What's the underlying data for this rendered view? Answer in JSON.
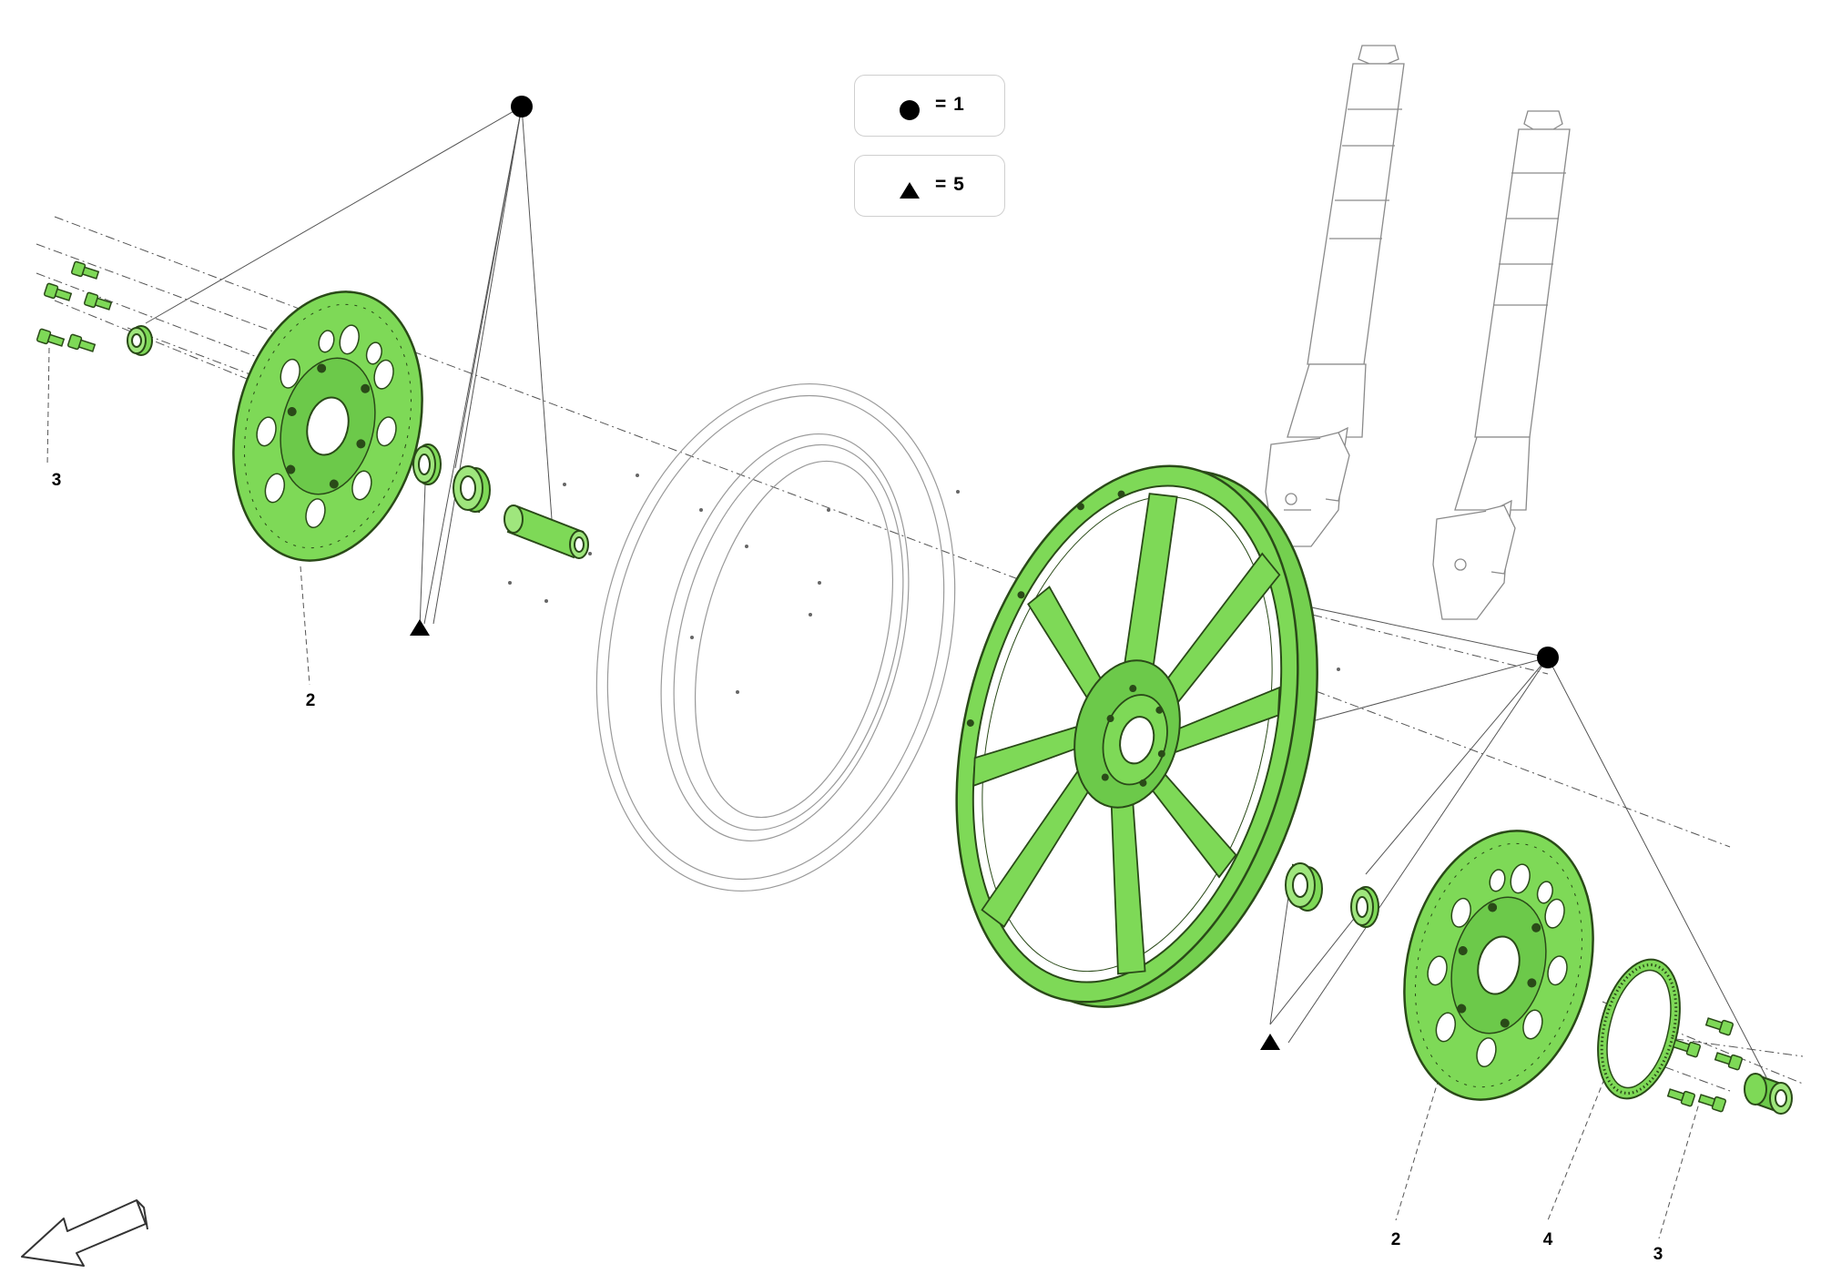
{
  "colors": {
    "part_fill": "#7ed957",
    "part_stroke": "#2a4a18",
    "ghost_stroke": "#9a9a9a",
    "leader": "#444444"
  },
  "legend": [
    {
      "symbol": "circle-icon",
      "text": "= 1"
    },
    {
      "symbol": "triangle-icon",
      "text": "= 5"
    }
  ],
  "callouts": {
    "left_bolts": "3",
    "left_disc": "2",
    "right_disc": "2",
    "tone_ring": "4",
    "right_bolts": "3"
  }
}
